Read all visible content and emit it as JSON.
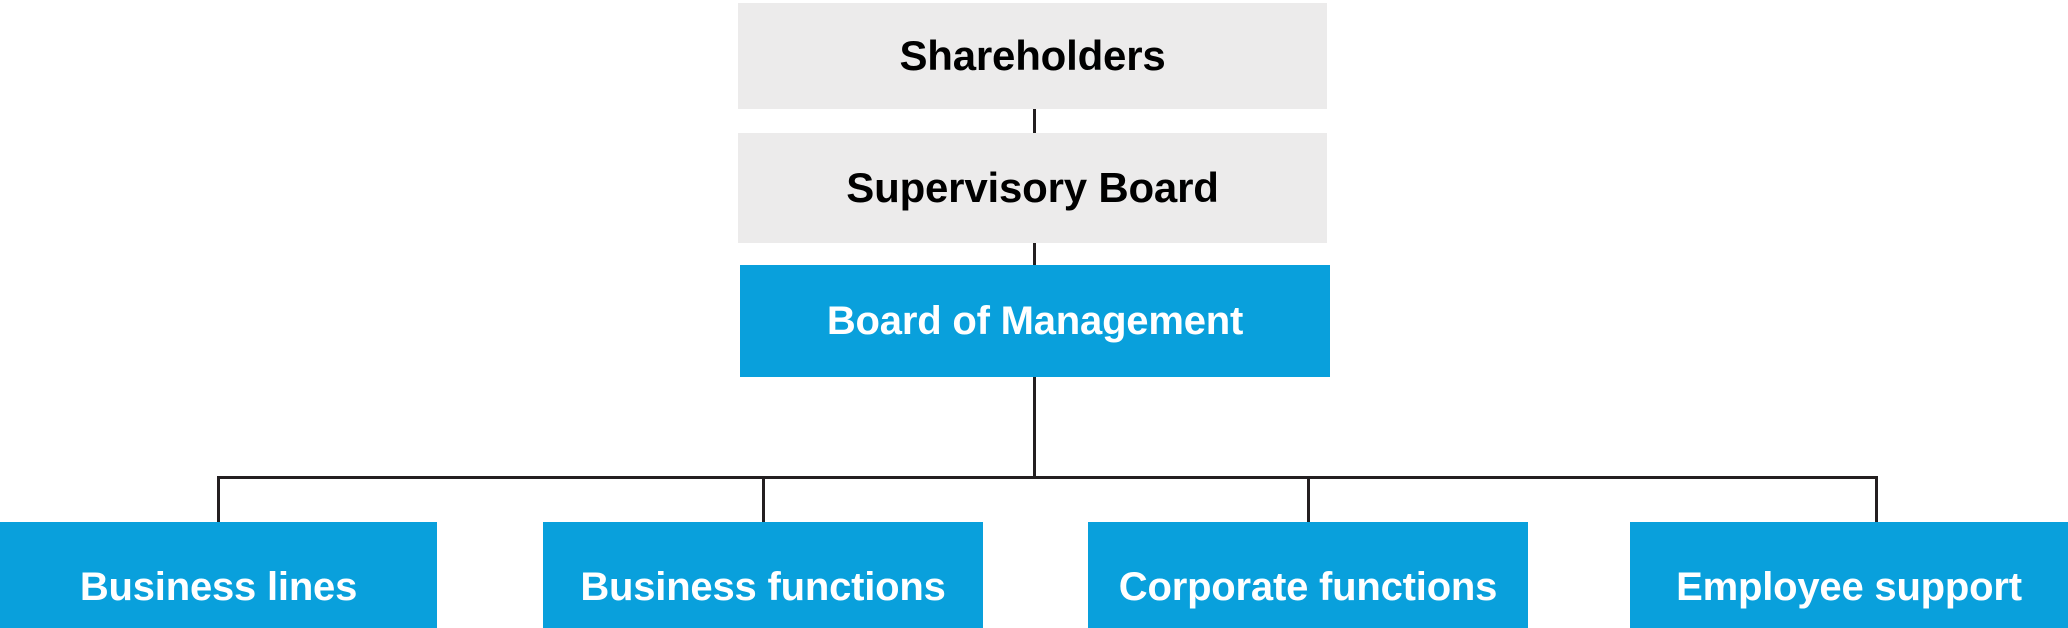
{
  "chart_data": {
    "type": "diagram",
    "diagram_kind": "organizational-chart",
    "title": "",
    "colors": {
      "accent_blue": "#09A0DC",
      "neutral_gray": "#ECEBEB",
      "line": "#231F20",
      "text_on_blue": "#FFFFFF",
      "text_on_gray": "#000000",
      "background": "#FFFFFF"
    },
    "nodes": [
      {
        "id": "shareholders",
        "label": "Shareholders",
        "level": 0,
        "style": "gray"
      },
      {
        "id": "supervisory-board",
        "label": "Supervisory Board",
        "level": 1,
        "style": "gray"
      },
      {
        "id": "board-of-management",
        "label": "Board of Management",
        "level": 2,
        "style": "blue"
      },
      {
        "id": "business-lines",
        "label": "Business lines",
        "level": 3,
        "style": "blue"
      },
      {
        "id": "business-functions",
        "label": "Business functions",
        "level": 3,
        "style": "blue"
      },
      {
        "id": "corporate-functions",
        "label": "Corporate functions",
        "level": 3,
        "style": "blue"
      },
      {
        "id": "employee-support",
        "label": "Employee support",
        "level": 3,
        "style": "blue"
      }
    ],
    "edges": [
      {
        "from": "shareholders",
        "to": "supervisory-board"
      },
      {
        "from": "supervisory-board",
        "to": "board-of-management"
      },
      {
        "from": "board-of-management",
        "to": "business-lines"
      },
      {
        "from": "board-of-management",
        "to": "business-functions"
      },
      {
        "from": "board-of-management",
        "to": "corporate-functions"
      },
      {
        "from": "board-of-management",
        "to": "employee-support"
      }
    ]
  },
  "hierarchy": {
    "top_stack": [
      {
        "label": "Shareholders"
      },
      {
        "label": "Supervisory Board"
      },
      {
        "label": "Board of Management"
      }
    ],
    "bottom_row": [
      {
        "label": "Business lines"
      },
      {
        "label": "Business functions"
      },
      {
        "label": "Corporate functions"
      },
      {
        "label": "Employee support"
      }
    ]
  }
}
